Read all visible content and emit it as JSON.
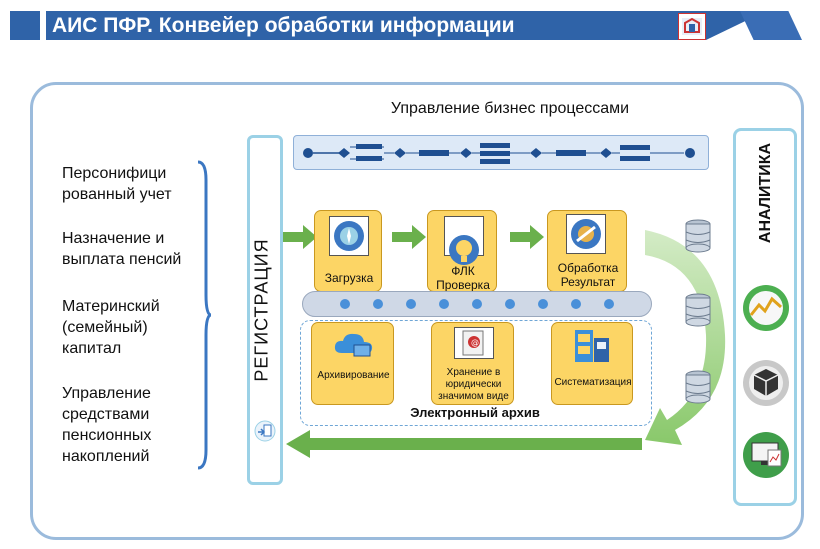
{
  "header": {
    "title": "АИС ПФР. Конвейер обработки информации",
    "color": "#2f63a8"
  },
  "bpm": {
    "label": "Управление бизнес процессами"
  },
  "left_items": [
    "Персонифици\nрованный учет",
    "Назначение  и\nвыплата пенсий",
    "Материнский\n(семейный)\nкапитал",
    "Управление\nсредствами\nпенсионных\nнакоплений"
  ],
  "registration": {
    "label": "РЕГИСТРАЦИЯ"
  },
  "process": [
    {
      "label": "Загрузка",
      "icon": "upload-icon"
    },
    {
      "label": "ФЛК\nПроверка",
      "icon": "check-icon"
    },
    {
      "label": "Обработка\nРезультат",
      "icon": "process-icon"
    }
  ],
  "archive": {
    "label": "Электронный архив",
    "items": [
      {
        "label": "Архивирование",
        "icon": "cloud-icon"
      },
      {
        "label": "Хранение в\nюридически\nзначимом виде",
        "icon": "document-icon"
      },
      {
        "label": "Систематизация",
        "icon": "cabinet-icon"
      }
    ]
  },
  "analytics": {
    "label": "АНАЛИТИКА"
  },
  "colors": {
    "accent": "#2f63a8",
    "process_fill": "#fcd565",
    "arrow_green": "#6ab04c",
    "frame": "#9bbbdc"
  }
}
